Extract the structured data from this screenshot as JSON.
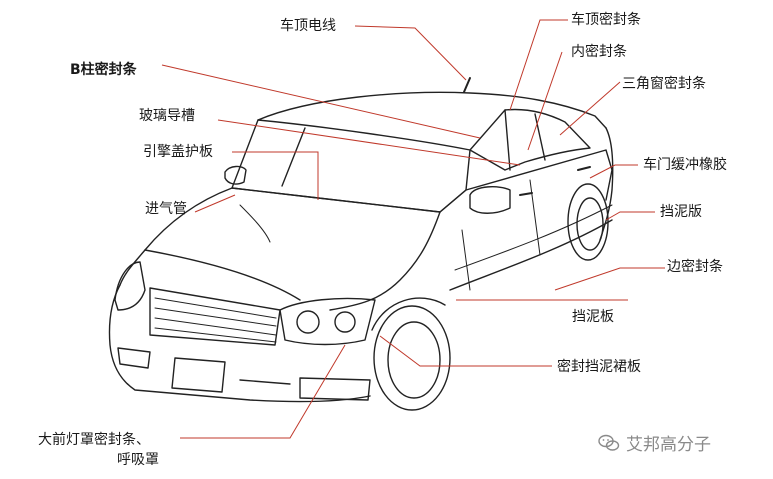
{
  "labels": {
    "roof_antenna": "车顶电线",
    "roof_seal": "车顶密封条",
    "b_pillar_seal": "B柱密封条",
    "inner_seal": "内密封条",
    "glass_channel": "玻璃导槽",
    "quarter_window_seal": "三角窗密封条",
    "hood_panel": "引擎盖护板",
    "door_bumper_rubber": "车门缓冲橡胶",
    "intake_pipe": "进气管",
    "mud_flap_1": "挡泥版",
    "side_seal": "边密封条",
    "mud_flap_2": "挡泥板",
    "skirt_seal": "密封挡泥裙板",
    "headlamp_seal_line1": "大前灯罩密封条、",
    "headlamp_seal_line2": "呼吸罩"
  },
  "watermark": {
    "icon": "wechat-icon",
    "text": "艾邦高分子"
  },
  "colors": {
    "leader_line": "#c0392b",
    "car_line": "#222222",
    "text": "#1a1a1a",
    "watermark": "#8a8a8a"
  }
}
